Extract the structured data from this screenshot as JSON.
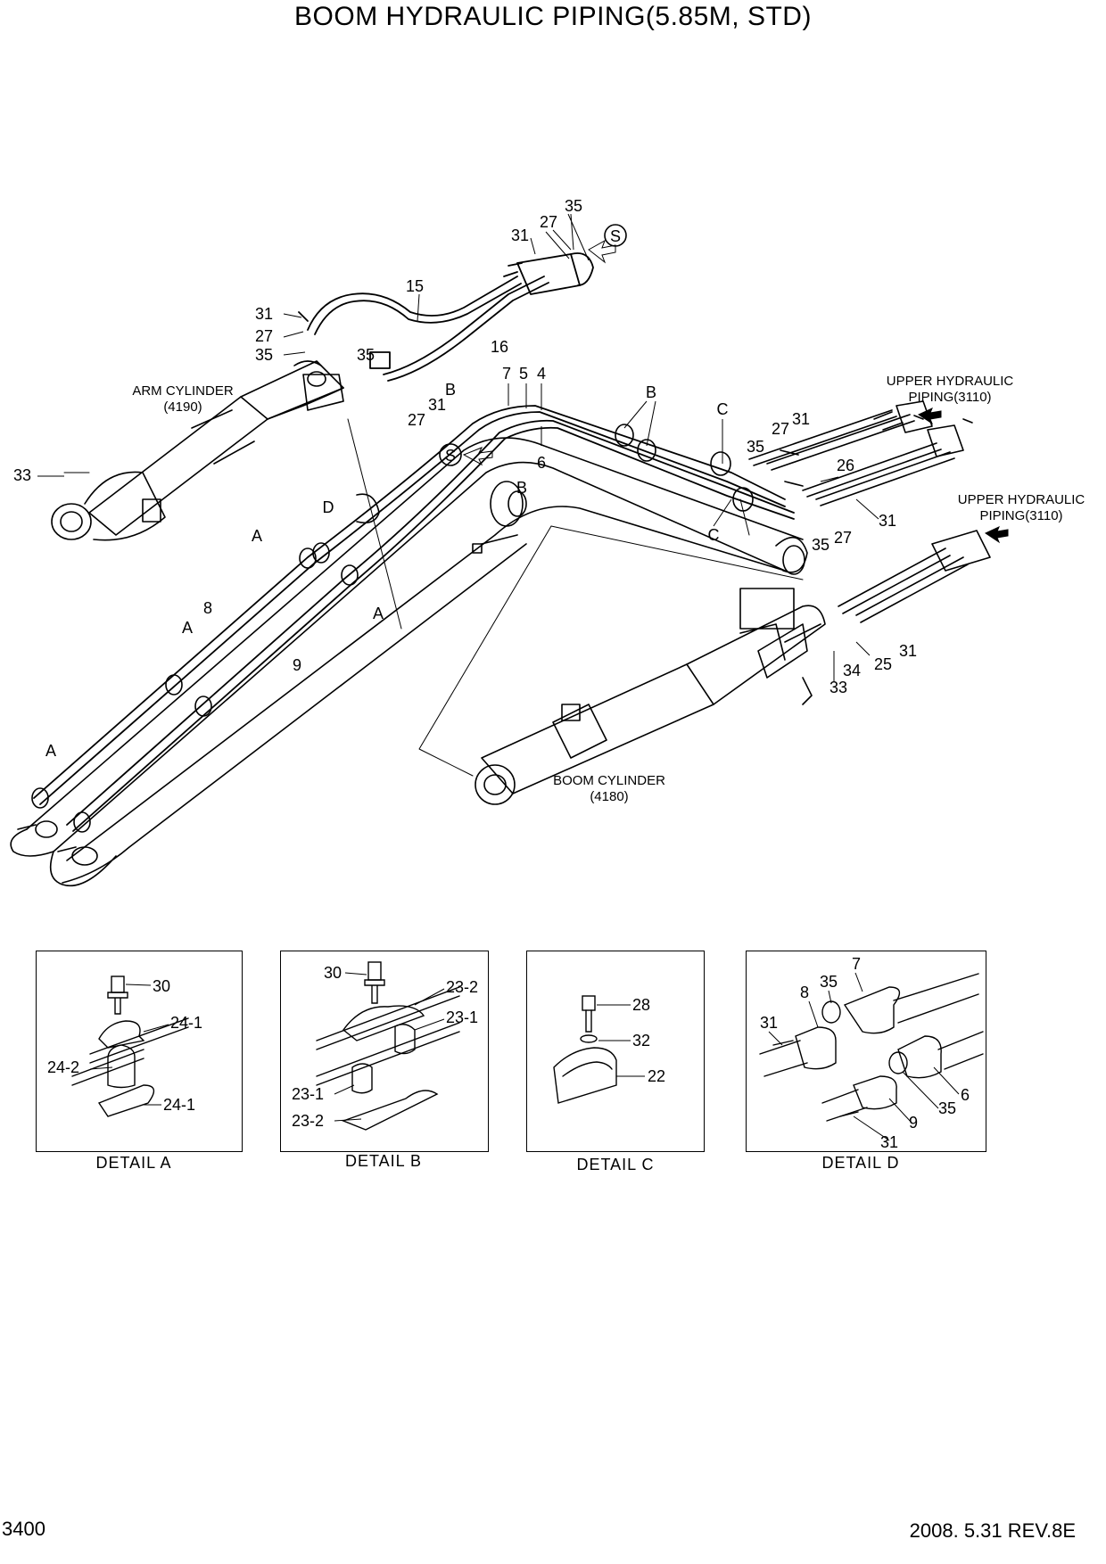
{
  "page": {
    "title": "BOOM HYDRAULIC PIPING(5.85M, STD)",
    "page_number": "3400",
    "revision": "2008. 5.31  REV.8E"
  },
  "main": {
    "arm_cylinder": {
      "name": "ARM CYLINDER",
      "code": "(4190)"
    },
    "boom_cylinder": {
      "name": "BOOM CYLINDER",
      "code": "(4180)"
    },
    "upper_piping_1": {
      "line1": "UPPER HYDRAULIC",
      "line2": "PIPING(3110)"
    },
    "upper_piping_2": {
      "line1": "UPPER HYDRAULIC",
      "line2": "PIPING(3110)"
    },
    "section_marker": "S",
    "callouts": {
      "c35a": "35",
      "c27a": "27",
      "c31a": "31",
      "c15": "15",
      "c16": "16",
      "c31b": "31",
      "c27b": "27",
      "c35b": "35",
      "c35c": "35",
      "c31c": "31",
      "c27c": "27",
      "c33a": "33",
      "cBa": "B",
      "c7": "7",
      "c5": "5",
      "c4": "4",
      "c6": "6",
      "cBb": "B",
      "cBc": "B",
      "cCa": "C",
      "cCb": "C",
      "c31d": "31",
      "c27d": "27",
      "c35d": "35",
      "c26": "26",
      "c31e": "31",
      "c35e": "35",
      "c27e": "27",
      "cDa": "D",
      "cAa": "A",
      "cAb": "A",
      "c8": "8",
      "cAc": "A",
      "c9": "9",
      "cAd": "A",
      "c34": "34",
      "c25": "25",
      "c31f": "31",
      "c33b": "33"
    }
  },
  "details": {
    "a": {
      "title": "DETAIL  A",
      "labels": {
        "p30": "30",
        "p24_1a": "24-1",
        "p24_2": "24-2",
        "p24_1b": "24-1"
      }
    },
    "b": {
      "title": "DETAIL  B",
      "labels": {
        "p30": "30",
        "p23_2a": "23-2",
        "p23_1a": "23-1",
        "p23_1b": "23-1",
        "p23_2b": "23-2"
      }
    },
    "c": {
      "title": "DETAIL  C",
      "labels": {
        "p28": "28",
        "p32": "32",
        "p22": "22"
      }
    },
    "d": {
      "title": "DETAIL  D",
      "labels": {
        "p7": "7",
        "p8": "8",
        "p35a": "35",
        "p31a": "31",
        "p6": "6",
        "p35b": "35",
        "p9": "9",
        "p31b": "31"
      }
    }
  }
}
